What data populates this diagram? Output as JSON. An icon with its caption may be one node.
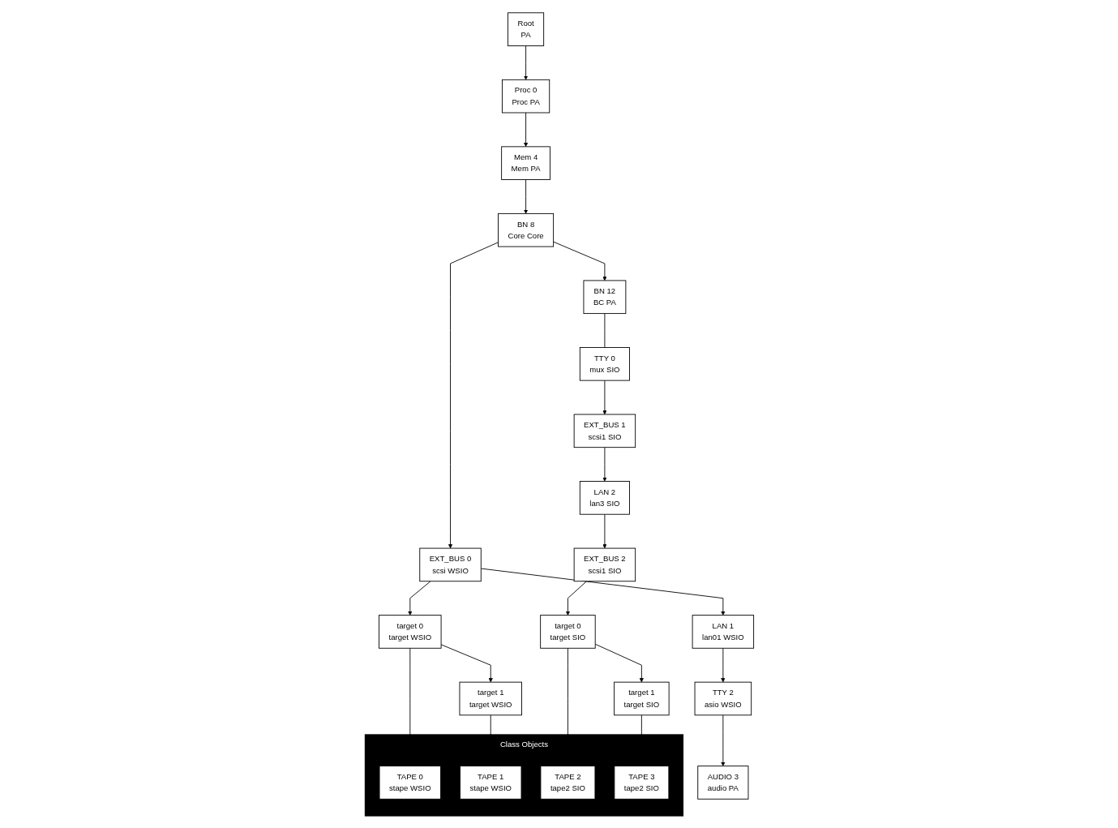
{
  "diagram": {
    "nodes": [
      {
        "text": [
          "Root",
          "PA"
        ]
      },
      {
        "text": [
          "Proc 0",
          "Proc PA"
        ]
      },
      {
        "text": [
          "Mem 4",
          "Mem PA"
        ]
      },
      {
        "text": [
          "BN 8",
          "Core Core"
        ]
      },
      {
        "text": [
          "BN 12",
          "BC PA"
        ]
      },
      {
        "text": [
          "EXT_BUS 0",
          "scsi WSIO"
        ]
      },
      {
        "text": [
          "LAN 1",
          "lan01 WSIO"
        ]
      },
      {
        "text": [
          "TTY 2",
          "asio WSIO"
        ]
      },
      {
        "text": [
          "AUDIO 3",
          "audio PA"
        ]
      },
      {
        "text": [
          "TTY 0",
          "mux SIO"
        ]
      },
      {
        "text": [
          "EXT_BUS 1",
          "scsi1 SIO"
        ]
      },
      {
        "text": [
          "LAN 2",
          "lan3 SIO"
        ]
      },
      {
        "text": [
          "EXT_BUS 2",
          "scsi1 SIO"
        ]
      },
      {
        "text": [
          "target 0",
          "target WSIO"
        ]
      },
      {
        "text": [
          "target 1",
          "target WSIO"
        ]
      },
      {
        "text": [
          "target 0",
          "target SIO"
        ]
      },
      {
        "text": [
          "target 1",
          "target SIO"
        ]
      },
      {
        "text": [
          "Class Objects"
        ]
      },
      {
        "text": [
          "TAPE 0",
          "stape WSIO"
        ],
        "in": 17
      },
      {
        "text": [
          "TAPE 1",
          "stape WSIO"
        ],
        "in": 17
      },
      {
        "text": [
          "TAPE 2",
          "tape2 SIO"
        ],
        "in": 17
      },
      {
        "text": [
          "TAPE 3",
          "tape2 SIO"
        ],
        "in": 17
      }
    ],
    "edges": [
      {
        "from": 0,
        "to": 1,
        "arrow": "to"
      },
      {
        "from": 1,
        "to": 2,
        "arrow": "to"
      },
      {
        "from": 2,
        "to": 3,
        "arrow": "to"
      },
      {
        "from": 3,
        "to": 4,
        "arrow": "to"
      },
      {
        "from": 3,
        "to": 5,
        "arrow": "to"
      },
      {
        "from": 5,
        "to": 6,
        "arrow": "to"
      },
      {
        "from": 6,
        "to": 7,
        "arrow": "to"
      },
      {
        "from": 7,
        "to": 8,
        "arrow": "to"
      },
      {
        "from": 4,
        "to": 9,
        "arrow": "none"
      },
      {
        "from": 9,
        "to": 10,
        "arrow": "to"
      },
      {
        "from": 10,
        "to": 11,
        "arrow": "to"
      },
      {
        "from": 11,
        "to": 12,
        "arrow": "to"
      },
      {
        "from": 5,
        "to": 13,
        "arrow": "to"
      },
      {
        "from": 13,
        "to": 14,
        "arrow": "to"
      },
      {
        "from": 12,
        "to": 15,
        "arrow": "to"
      },
      {
        "from": 15,
        "to": 16,
        "arrow": "to"
      },
      {
        "from": 13,
        "to": 18,
        "arrow": "to"
      },
      {
        "from": 14,
        "to": 19,
        "arrow": "to"
      },
      {
        "from": 15,
        "to": 20,
        "arrow": "to"
      },
      {
        "from": 16,
        "to": 21,
        "arrow": "to"
      }
    ]
  }
}
